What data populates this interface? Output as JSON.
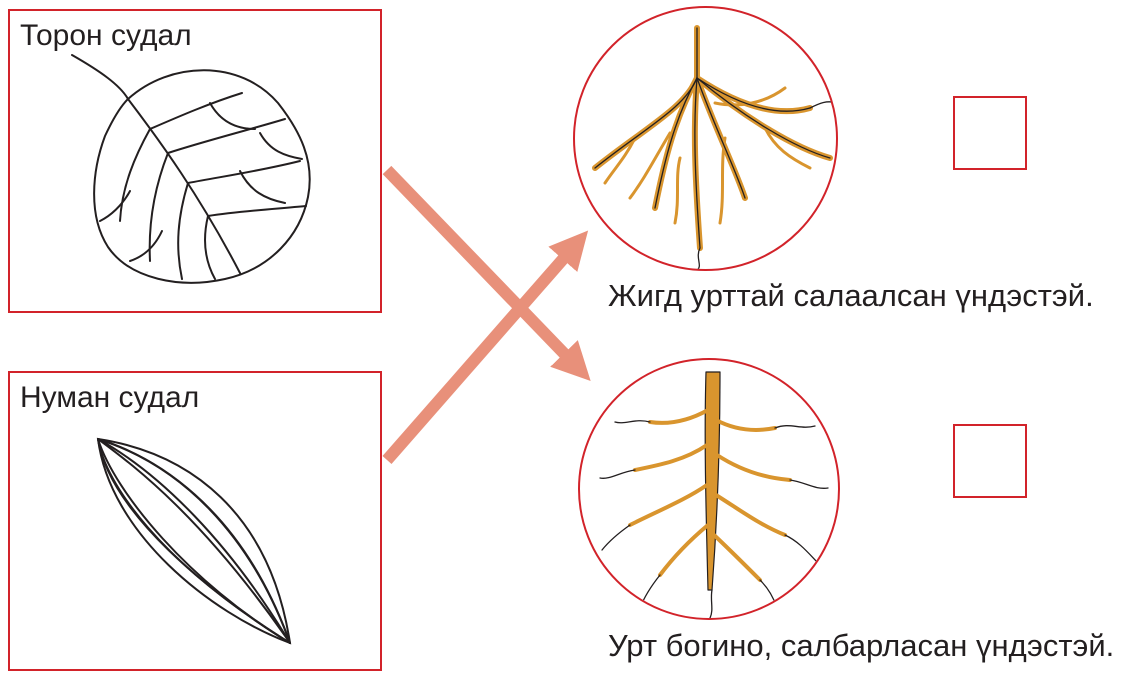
{
  "leaves": [
    {
      "label": "Торон судал",
      "type": "net-veined leaf"
    },
    {
      "label": "Нуман судал",
      "type": "arc-veined leaf"
    }
  ],
  "roots": [
    {
      "caption": "Жигд урттай салаалсан үндэстэй.",
      "type": "fibrous root"
    },
    {
      "caption": "Урт богино, салбарласан үндэстэй.",
      "type": "taproot"
    }
  ],
  "colors": {
    "frame": "#d2232a",
    "arrow": "#e8907a",
    "root": "#d9952e",
    "ink": "#231f20"
  }
}
